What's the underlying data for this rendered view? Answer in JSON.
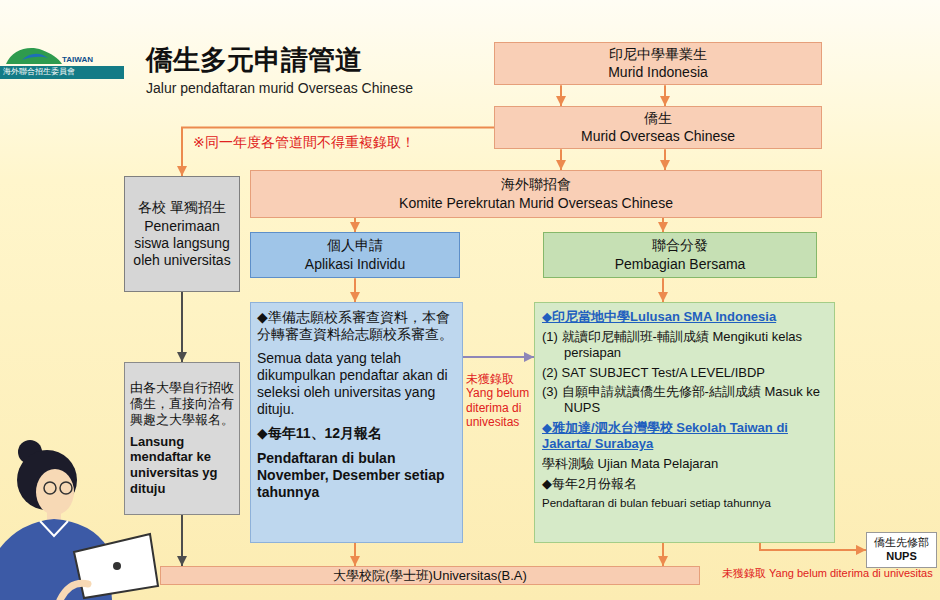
{
  "diagram": {
    "title": "僑生多元申請管道",
    "nodes": [
      {
        "text": [
          "印尼中學畢業生",
          "Murid Indonesia"
        ]
      },
      {
        "text": [
          "僑生",
          "Murid Overseas Chinese"
        ]
      },
      {
        "text": [
          "海外聯招會",
          "Komite Perekrutan Murid Overseas Chinese"
        ]
      },
      {
        "text": [
          "各校 單獨招生",
          "Penerimaan siswa langsung oleh universitas"
        ]
      },
      {
        "text": [
          "個人申請",
          "Aplikasi Individu"
        ]
      },
      {
        "text": [
          "聯合分發",
          "Pembagian Bersama"
        ]
      },
      {
        "text": [
          "由各大學自行招收僑生，直接向洽有興趣之大學報名。",
          "Lansung mendaftar ke universitas yg dituju"
        ]
      },
      {
        "text": [
          "◆準備志願校系審查資料，本會分轉審查資料給志願校系審查。",
          "Semua data yang telah dikumpulkan pendaftar akan di seleksi oleh universitas yang dituju.",
          "◆每年11、12月報名",
          "Pendaftaran di bulan November, Desember setiap tahunnya"
        ]
      },
      {
        "text": [
          "◆印尼當地中學Lulusan SMA Indonesia",
          "(1) 就讀印尼輔訓班-輔訓成績 Mengikuti kelas persiapan",
          "(2) SAT SUBJECT Test/A LEVEL/IBDP",
          "(3) 自願申請就讀僑生先修部-結訓成績 Masuk ke NUPS",
          "◆雅加達/泗水台灣學校 Sekolah Taiwan di Jakarta/ Surabaya",
          "學科測驗 Ujian Mata Pelajaran",
          "◆每年2月份報名",
          "Pendaftaran di bulan febuari setiap tahunnya"
        ]
      },
      {
        "text": [
          "大學校院(學士班)Universitas(B.A)"
        ]
      },
      {
        "text": [
          "僑生先修部",
          "NUPS"
        ]
      }
    ],
    "edges": [
      {
        "from": 0,
        "to": 1,
        "arrow": "to"
      },
      {
        "from": 0,
        "to": 1,
        "arrow": "to"
      },
      {
        "from": 1,
        "to": 2,
        "arrow": "to"
      },
      {
        "from": 1,
        "to": 2,
        "arrow": "to"
      },
      {
        "from": 1,
        "to": 3,
        "arrow": "to"
      },
      {
        "from": 3,
        "to": 6,
        "arrow": "to"
      },
      {
        "from": 2,
        "to": 4,
        "arrow": "to"
      },
      {
        "from": 2,
        "to": 5,
        "arrow": "to"
      },
      {
        "from": 4,
        "to": 7,
        "arrow": "to"
      },
      {
        "from": 5,
        "to": 8,
        "arrow": "to"
      },
      {
        "from": 7,
        "to": 8,
        "label": "未獲錄取 Yang belum diterima di univesitas",
        "arrow": "to"
      },
      {
        "from": 8,
        "to": 10,
        "label": "未獲錄取 Yang belum diterima di univesitas",
        "arrow": "to"
      },
      {
        "from": 6,
        "to": 9,
        "arrow": "to"
      },
      {
        "from": 7,
        "to": 9,
        "arrow": "to"
      },
      {
        "from": 8,
        "to": 9,
        "arrow": "to"
      }
    ],
    "labels": [
      "Jalur pendaftaran murid Overseas Chinese",
      "※同一年度各管道間不得重複錄取！",
      "TAIWAN",
      "海外聯合招生委員會"
    ]
  }
}
